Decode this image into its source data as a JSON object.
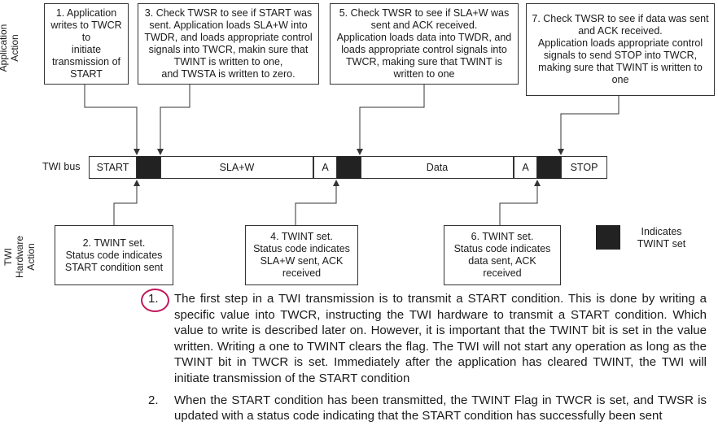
{
  "side_labels": {
    "application": "Application\nAction",
    "hardware": "TWI\nHardware\nAction"
  },
  "app_boxes": [
    {
      "text": "1. Application\nwrites to TWCR to\ninitiate\ntransmission of\nSTART"
    },
    {
      "text": "3. Check TWSR to see if START was\nsent. Application loads SLA+W into\nTWDR, and loads appropriate control\nsignals into TWCR, makin sure that\nTWINT is written to one,\nand TWSTA is written to zero."
    },
    {
      "text": "5. Check TWSR to see if SLA+W was\nsent and ACK received.\nApplication loads data into TWDR, and\nloads appropriate control signals into\nTWCR, making sure that TWINT is\nwritten to one"
    },
    {
      "text": "7. Check TWSR to see if data was sent\nand ACK received.\nApplication loads appropriate control\nsignals to send STOP into TWCR,\nmaking sure that TWINT is written to one"
    }
  ],
  "bus": {
    "label": "TWI bus",
    "segments": [
      {
        "text": "START",
        "twint": false
      },
      {
        "text": "",
        "twint": true
      },
      {
        "text": "SLA+W",
        "twint": false
      },
      {
        "text": "A",
        "twint": false
      },
      {
        "text": "",
        "twint": true
      },
      {
        "text": "Data",
        "twint": false
      },
      {
        "text": "A",
        "twint": false
      },
      {
        "text": "",
        "twint": true
      },
      {
        "text": "STOP",
        "twint": false
      }
    ]
  },
  "hw_boxes": [
    {
      "text": "2. TWINT set.\nStatus code indicates\nSTART condition sent"
    },
    {
      "text": "4. TWINT set.\nStatus code indicates\nSLA+W sent, ACK\nreceived"
    },
    {
      "text": "6. TWINT set.\nStatus code indicates\ndata sent, ACK received"
    }
  ],
  "legend": {
    "text": "Indicates\nTWINT set"
  },
  "steps": [
    {
      "num": "1.",
      "highlighted": true,
      "text": "The first step in a TWI transmission is to transmit a START condition. This is done by writing a specific value into TWCR, instructing the TWI hardware to transmit a START condition. Which value to write is described later on. However, it is important that the TWINT bit is set in the value written. Writing a one to TWINT clears the flag. The TWI will not start any operation as long as the TWINT bit in TWCR is set. Immediately after the application has cleared TWINT, the TWI will initiate transmission of the START condition"
    },
    {
      "num": "2.",
      "highlighted": false,
      "text": "When the START condition has been transmitted, the TWINT Flag in TWCR is set, and TWSR is updated with a status code indicating that the START condition has successfully been sent"
    }
  ],
  "colors": {
    "twint_marker": "#222222",
    "highlight_circle": "#c2185b"
  }
}
